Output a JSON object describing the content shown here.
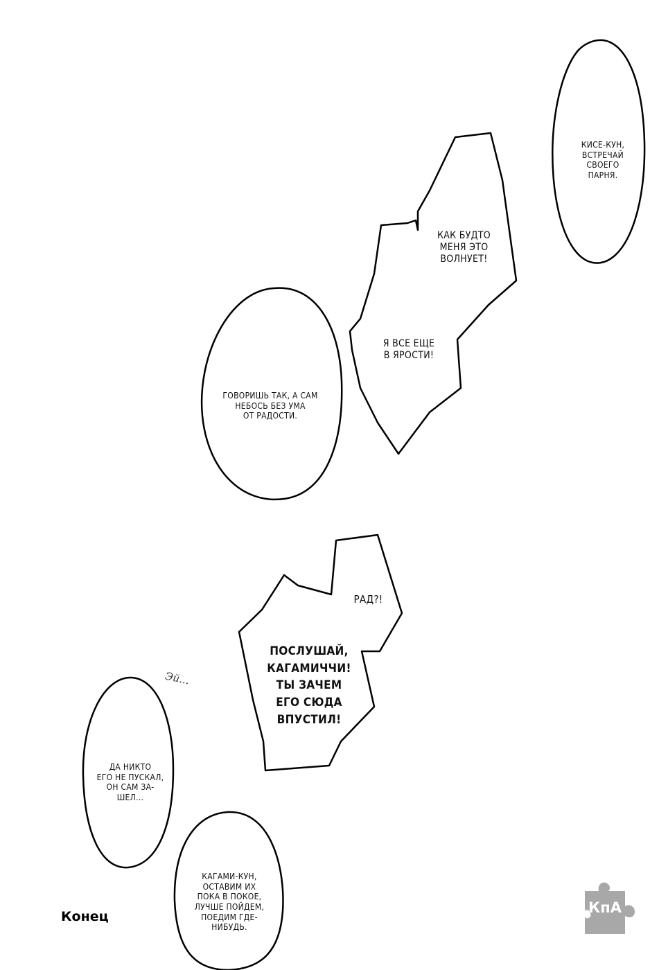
{
  "bubbles": {
    "kise_kun": [
      "Кисе-кун,",
      "встречай",
      "своего",
      "парня."
    ],
    "worries": [
      "Как будто",
      "меня это",
      "волнует!"
    ],
    "furious": [
      "Я все еще",
      "в ярости!"
    ],
    "you_say": [
      "Говоришь так, а сам",
      "небось без ума",
      "от радости."
    ],
    "glad": [
      "Рад?!"
    ],
    "listen": [
      "Послушай,",
      "Кагамиччи!",
      "Ты зачем",
      "его сюда",
      "впустил!"
    ],
    "nobody": [
      "Да никто",
      "его не пускал,",
      "он сам за-",
      "шел..."
    ],
    "kagami_kun": [
      "Кагами-кун,",
      "оставим их",
      "пока в покое,",
      "лучше пойдем,",
      "поедим где-",
      "нибудь."
    ]
  },
  "sfx": "Эй...",
  "end_label": "Конец",
  "logo": {
    "text": "КпА",
    "color": "#a8a8a8"
  }
}
